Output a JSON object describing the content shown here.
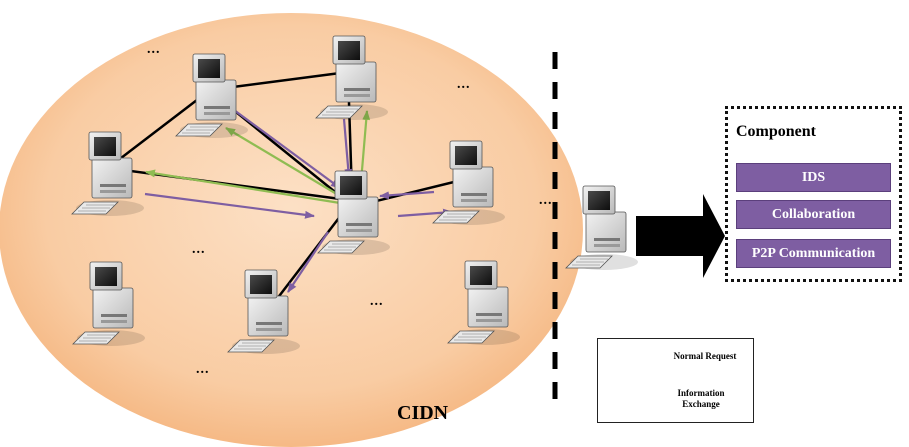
{
  "diagram": {
    "network_label": "CIDN",
    "ellipses": [
      "...",
      "...",
      "...",
      "...",
      "...",
      "...",
      "..."
    ],
    "component": {
      "title": "Component",
      "items": [
        "IDS",
        "Collaboration",
        "P2P Communication"
      ]
    },
    "legend": [
      {
        "label": "Normal Request",
        "color": "#8fbc52"
      },
      {
        "label": "Information Exchange",
        "color": "#7e5ea2"
      }
    ]
  },
  "icons": {
    "node": "desktop-computer-icon",
    "arrow": "block-arrow-right-icon"
  },
  "colors": {
    "network_fill": "#f8c9a0",
    "component_fill": "#7e5ea2"
  }
}
